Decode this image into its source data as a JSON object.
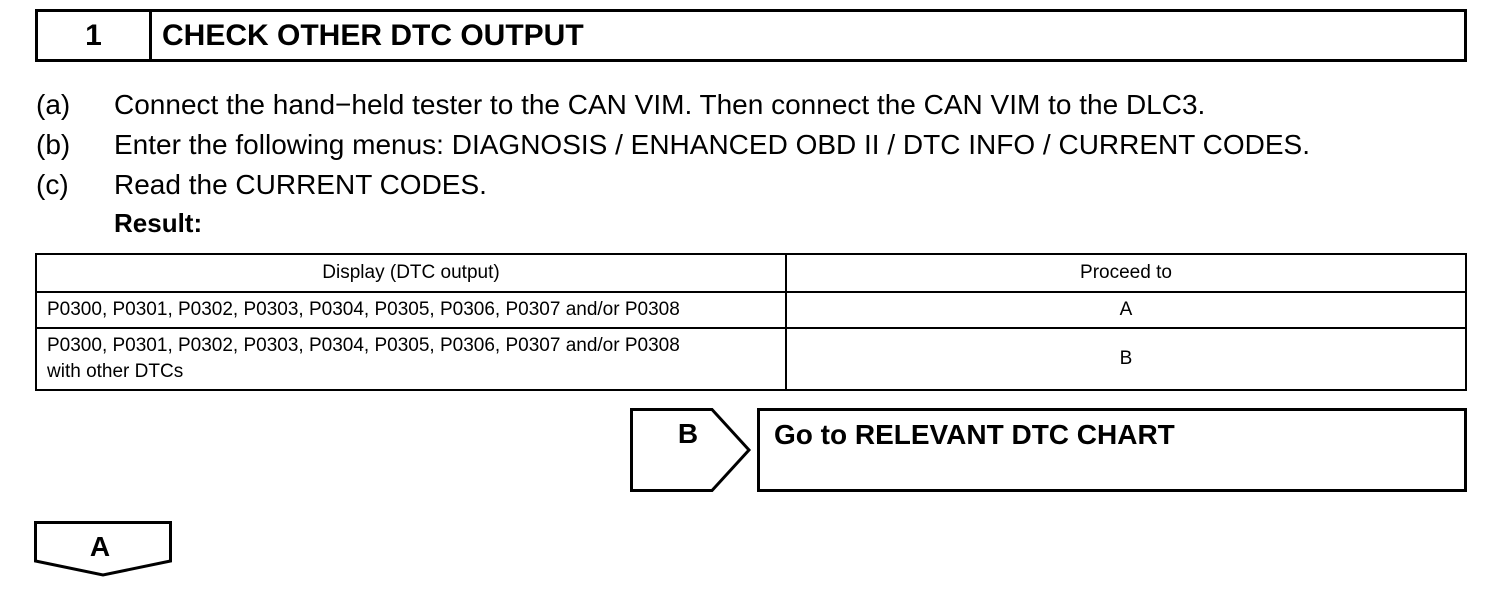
{
  "step": {
    "number": "1",
    "title": "CHECK OTHER DTC OUTPUT"
  },
  "instructions": [
    {
      "label": "(a)",
      "text": "Connect the hand−held tester to the CAN VIM. Then connect the CAN VIM to the DLC3."
    },
    {
      "label": "(b)",
      "text": "Enter the following menus: DIAGNOSIS / ENHANCED OBD II / DTC INFO / CURRENT CODES."
    },
    {
      "label": "(c)",
      "text": "Read the CURRENT CODES."
    }
  ],
  "result_label": "Result:",
  "table": {
    "headers": [
      "Display (DTC output)",
      "Proceed to"
    ],
    "rows": [
      {
        "display": "P0300, P0301, P0302, P0303, P0304, P0305, P0306, P0307 and/or P0308",
        "proceed": "A"
      },
      {
        "display_line1": "P0300, P0301, P0302, P0303, P0304, P0305, P0306, P0307 and/or P0308",
        "display_line2": "with other DTCs",
        "proceed": "B"
      }
    ]
  },
  "branch_b": {
    "letter": "B",
    "action": "Go to RELEVANT DTC CHART"
  },
  "branch_a": {
    "letter": "A"
  }
}
